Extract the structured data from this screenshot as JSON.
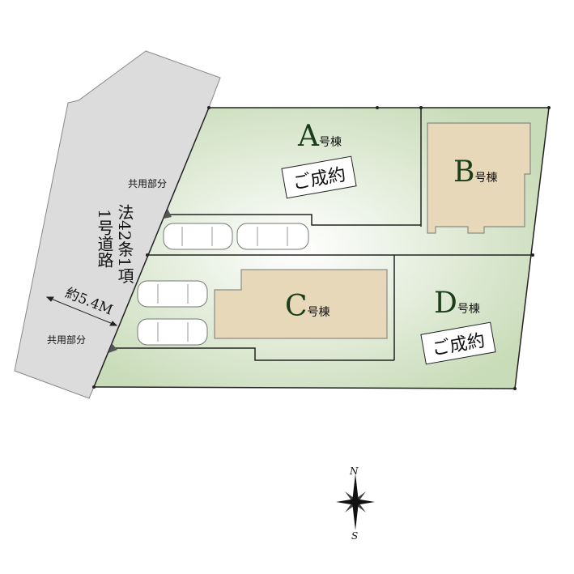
{
  "road": {
    "label_line1": "法42条1項",
    "label_line2": "1号道路",
    "width": "約5.4M"
  },
  "common_area": [
    "共用部分",
    "共用部分"
  ],
  "lots": [
    {
      "letter": "A",
      "suffix": "号棟",
      "status": "ご成約"
    },
    {
      "letter": "B",
      "suffix": "号棟"
    },
    {
      "letter": "C",
      "suffix": "号棟"
    },
    {
      "letter": "D",
      "suffix": "号棟",
      "status": "ご成約"
    }
  ],
  "compass": {
    "north": "N",
    "south": "S"
  },
  "colors": {
    "road": "#dcdcdc",
    "lot": "#d3e3c6",
    "house": "#e6d8b8"
  }
}
